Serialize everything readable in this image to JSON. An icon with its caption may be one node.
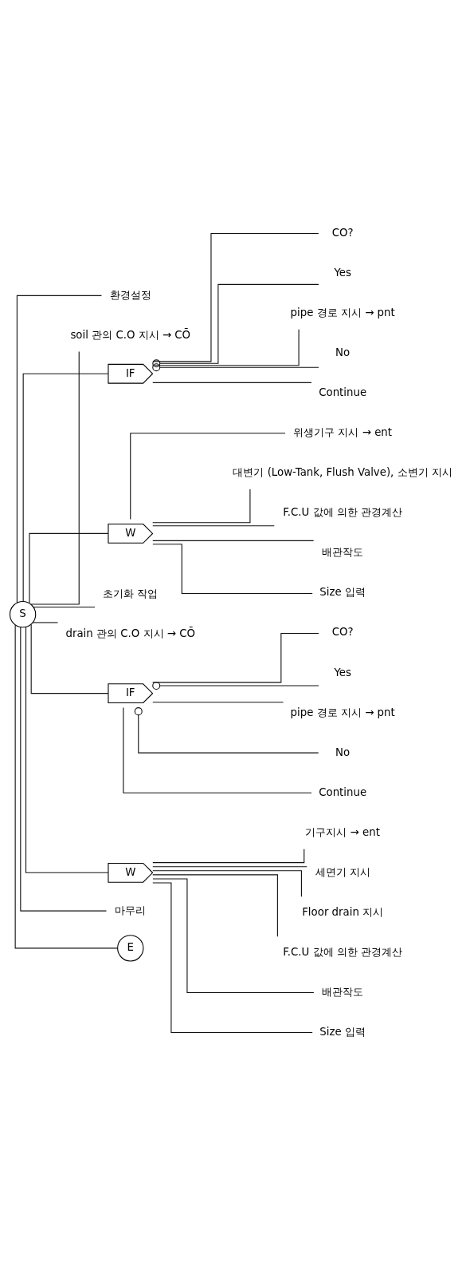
{
  "diagram": {
    "nodes": [
      {
        "text": [
          "S"
        ]
      },
      {
        "text": [
          "환경설정"
        ]
      },
      {
        "text": [
          "soil 관의 C.O 지시 → CŌ"
        ]
      },
      {
        "text": [
          "IF"
        ]
      },
      {
        "text": [
          "CO?"
        ]
      },
      {
        "text": [
          "Yes"
        ]
      },
      {
        "text": [
          "pipe 경로 지시 → pnt"
        ]
      },
      {
        "text": [
          "No"
        ]
      },
      {
        "text": [
          "Continue"
        ]
      },
      {
        "text": [
          "W"
        ]
      },
      {
        "text": [
          "위생기구 지시 → ent"
        ]
      },
      {
        "text": [
          "대변기 (Low-Tank, Flush Valve), 소변기 지시"
        ]
      },
      {
        "text": [
          "F.C.U 값에 의한 관경계산"
        ]
      },
      {
        "text": [
          "배관작도"
        ]
      },
      {
        "text": [
          "Size 입력"
        ]
      },
      {
        "text": [
          "초기화 작업"
        ]
      },
      {
        "text": [
          "drain 관의 C.O 지시 → CŌ"
        ]
      },
      {
        "text": [
          "IF"
        ]
      },
      {
        "text": [
          "CO?"
        ]
      },
      {
        "text": [
          "Yes"
        ]
      },
      {
        "text": [
          "pipe 경로 지시 → pnt"
        ]
      },
      {
        "text": [
          "No"
        ]
      },
      {
        "text": [
          "Continue"
        ]
      },
      {
        "text": [
          "W"
        ]
      },
      {
        "text": [
          "기구지시 → ent"
        ]
      },
      {
        "text": [
          "세면기 지시"
        ]
      },
      {
        "text": [
          "Floor drain 지시"
        ]
      },
      {
        "text": [
          "F.C.U 값에 의한 관경계산"
        ]
      },
      {
        "text": [
          "배관작도"
        ]
      },
      {
        "text": [
          "Size 입력"
        ]
      },
      {
        "text": [
          "마무리"
        ]
      },
      {
        "text": [
          "E"
        ]
      }
    ],
    "edges": [
      {
        "from": 0,
        "to": 1,
        "arrow": "none"
      },
      {
        "from": 0,
        "to": 2,
        "arrow": "none"
      },
      {
        "from": 0,
        "to": 3,
        "arrow": "none"
      },
      {
        "from": 3,
        "to": 4,
        "arrow": "none"
      },
      {
        "from": 3,
        "to": 5,
        "arrow": "other"
      },
      {
        "from": 3,
        "to": 6,
        "arrow": "none"
      },
      {
        "from": 3,
        "to": 7,
        "arrow": "other"
      },
      {
        "from": 3,
        "to": 8,
        "arrow": "none"
      },
      {
        "from": 0,
        "to": 9,
        "arrow": "none"
      },
      {
        "from": 9,
        "to": 10,
        "arrow": "none"
      },
      {
        "from": 9,
        "to": 11,
        "arrow": "none"
      },
      {
        "from": 9,
        "to": 12,
        "arrow": "none"
      },
      {
        "from": 9,
        "to": 13,
        "arrow": "none"
      },
      {
        "from": 9,
        "to": 14,
        "arrow": "none"
      },
      {
        "from": 0,
        "to": 15,
        "arrow": "none"
      },
      {
        "from": 0,
        "to": 16,
        "arrow": "none"
      },
      {
        "from": 0,
        "to": 17,
        "arrow": "none"
      },
      {
        "from": 17,
        "to": 18,
        "arrow": "none"
      },
      {
        "from": 17,
        "to": 19,
        "arrow": "other"
      },
      {
        "from": 17,
        "to": 20,
        "arrow": "none"
      },
      {
        "from": 17,
        "to": 21,
        "arrow": "other"
      },
      {
        "from": 17,
        "to": 22,
        "arrow": "none"
      },
      {
        "from": 0,
        "to": 23,
        "arrow": "none"
      },
      {
        "from": 23,
        "to": 24,
        "arrow": "none"
      },
      {
        "from": 23,
        "to": 25,
        "arrow": "none"
      },
      {
        "from": 23,
        "to": 26,
        "arrow": "none"
      },
      {
        "from": 23,
        "to": 27,
        "arrow": "none"
      },
      {
        "from": 23,
        "to": 28,
        "arrow": "none"
      },
      {
        "from": 23,
        "to": 29,
        "arrow": "none"
      },
      {
        "from": 0,
        "to": 30,
        "arrow": "none"
      },
      {
        "from": 0,
        "to": 31,
        "arrow": "none"
      }
    ]
  }
}
